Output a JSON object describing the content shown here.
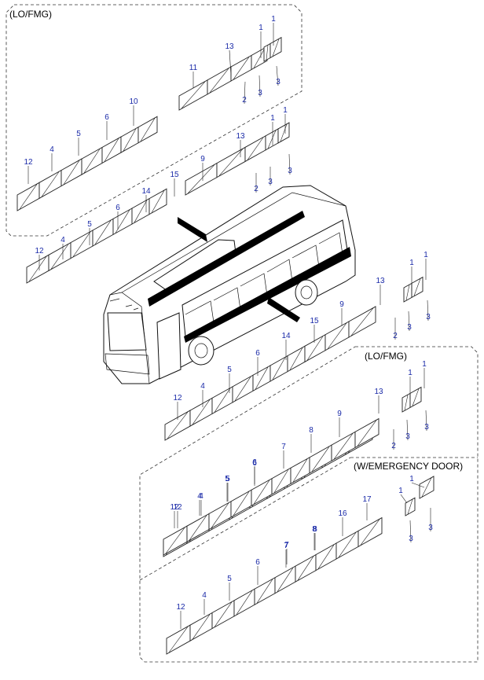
{
  "captions": {
    "top_group": "(LO/FMG)",
    "right_group": "(LO/FMG)",
    "emergency_group": "(W/EMERGENCY DOOR)"
  },
  "callouts": {
    "g1_upper": [
      "11",
      "13",
      "1",
      "1",
      "2",
      "3",
      "3"
    ],
    "g1_lower": [
      "12",
      "4",
      "5",
      "6",
      "10"
    ],
    "g1_right": [
      "13",
      "1",
      "1",
      "2",
      "3",
      "3"
    ],
    "left_side": [
      "12",
      "4",
      "5",
      "6",
      "14",
      "15",
      "9"
    ],
    "right_side": [
      "12",
      "4",
      "5",
      "6",
      "14",
      "15",
      "9",
      "13",
      "1",
      "1",
      "2",
      "3",
      "3"
    ],
    "lofmg_right": [
      "12",
      "4",
      "5",
      "6",
      "7",
      "8",
      "9",
      "13",
      "1",
      "1",
      "2",
      "3",
      "3"
    ],
    "emergency": [
      "1",
      "1",
      "3",
      "3"
    ],
    "lower_a": [
      "12",
      "4",
      "5",
      "6",
      "7",
      "8",
      "16",
      "17"
    ],
    "lower_b": [
      "12",
      "4",
      "5",
      "6",
      "7",
      "8"
    ]
  },
  "colors": {
    "callout": "#1a2aa8",
    "line": "#222222"
  }
}
